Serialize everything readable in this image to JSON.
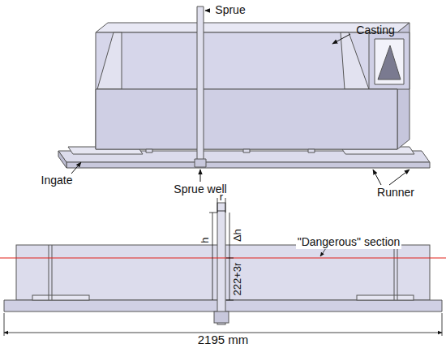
{
  "diagram": {
    "labels": [
      "Sprue",
      "Casting",
      "Ingate",
      "Sprue well",
      "Runner",
      "r",
      "h",
      "Δh",
      "222+3r",
      "\"Dangerous\" section",
      "2195 mm"
    ]
  }
}
